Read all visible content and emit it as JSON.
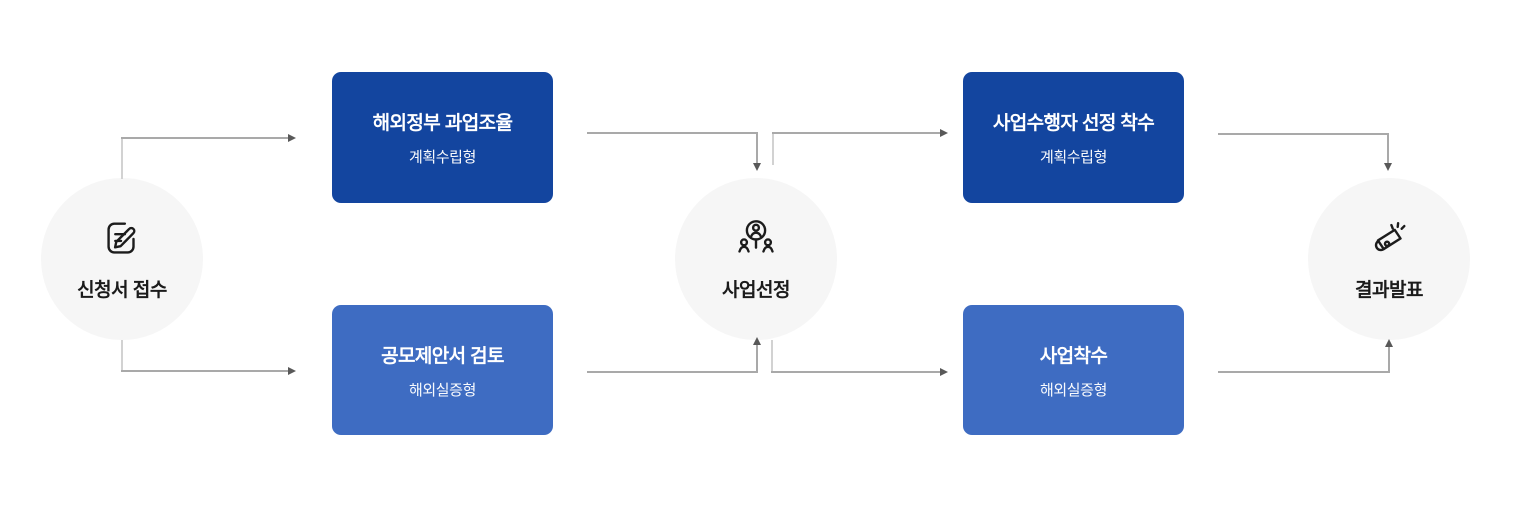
{
  "diagram": {
    "name": "사업 절차 플로우",
    "colors": {
      "dark_blue": "#13459f",
      "light_blue": "#3e6cc2",
      "circle_bg": "#f6f6f6",
      "line": "#a9a9a9",
      "stub": "#d2d2d2",
      "arrowhead": "#595959",
      "box_text": "#ffffff",
      "label_text": "#1b1b1b"
    },
    "steps": {
      "receipt": {
        "label": "신청서 접수",
        "icon": "document-edit-icon"
      },
      "selection": {
        "label": "사업선정",
        "icon": "people-selection-icon"
      },
      "result": {
        "label": "결과발표",
        "icon": "megaphone-icon"
      }
    },
    "boxes": {
      "top_left": {
        "title": "해외정부 과업조율",
        "subtitle": "계획수립형",
        "variant": "dark"
      },
      "bottom_left": {
        "title": "공모제안서 검토",
        "subtitle": "해외실증형",
        "variant": "light"
      },
      "top_right": {
        "title": "사업수행자 선정 착수",
        "subtitle": "계획수립형",
        "variant": "dark"
      },
      "bottom_right": {
        "title": "사업착수",
        "subtitle": "해외실증형",
        "variant": "light"
      }
    }
  }
}
